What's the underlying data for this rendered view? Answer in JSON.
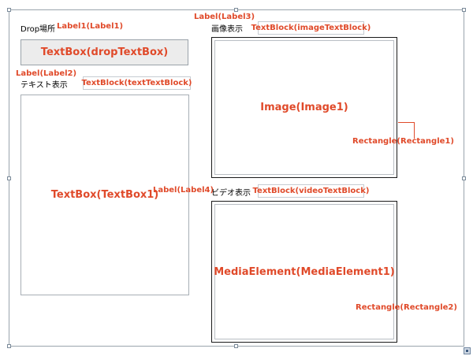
{
  "designer": {
    "label1": {
      "text": "Drop場所",
      "annotation": "Label1(Label1)"
    },
    "drop_textbox": {
      "annotation": "TextBox(dropTextBox)"
    },
    "label2": {
      "text": "テキスト表示",
      "annotation": "Label(Label2)"
    },
    "text_textblock": {
      "annotation": "TextBlock(textTextBlock)"
    },
    "textbox1": {
      "annotation": "TextBox(TextBox1)"
    },
    "label3": {
      "text": "画像表示",
      "annotation": "Label(Label3)"
    },
    "image_textblock": {
      "annotation": "TextBlock(imageTextBlock)"
    },
    "image1": {
      "annotation": "Image(Image1)"
    },
    "rectangle1": {
      "annotation": "Rectangle(Rectangle1)"
    },
    "label4": {
      "text": "ビデオ表示",
      "annotation": "Label(Label4)"
    },
    "video_textblock": {
      "annotation": "TextBlock(videoTextBlock)"
    },
    "media1": {
      "annotation": "MediaElement(MediaElement1)"
    },
    "rectangle2": {
      "annotation": "Rectangle(Rectangle2)"
    }
  },
  "colors": {
    "annotation": "#e04a2a",
    "frame": "#1a1a1a",
    "textbox_fill": "#ececec"
  }
}
